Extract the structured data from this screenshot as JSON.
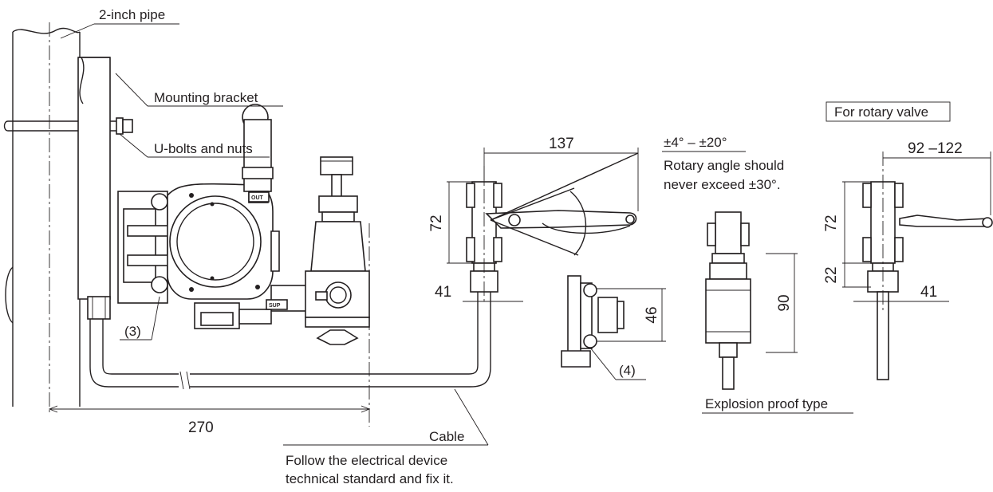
{
  "labels": {
    "pipe": "2-inch pipe",
    "bracket": "Mounting bracket",
    "ubolts": "U-bolts and nuts",
    "part3": "(3)",
    "part4": "(4)",
    "cable": "Cable",
    "cable_note1": "Follow the electrical device",
    "cable_note2": "technical standard and fix it.",
    "rotary_range": "±4° – ±20°",
    "rotary_note1": "Rotary angle should",
    "rotary_note2": "never exceed ±30°.",
    "explosion": "Explosion proof type",
    "rotary_box": "For rotary valve",
    "out_tag": "OUT",
    "sup_tag": "SUP"
  },
  "dimensions": {
    "d270": "270",
    "d137": "137",
    "d72a": "72",
    "d41a": "41",
    "d46": "46",
    "d90": "90",
    "d92_122": "92 –122",
    "d72b": "72",
    "d22": "22",
    "d41b": "41"
  }
}
